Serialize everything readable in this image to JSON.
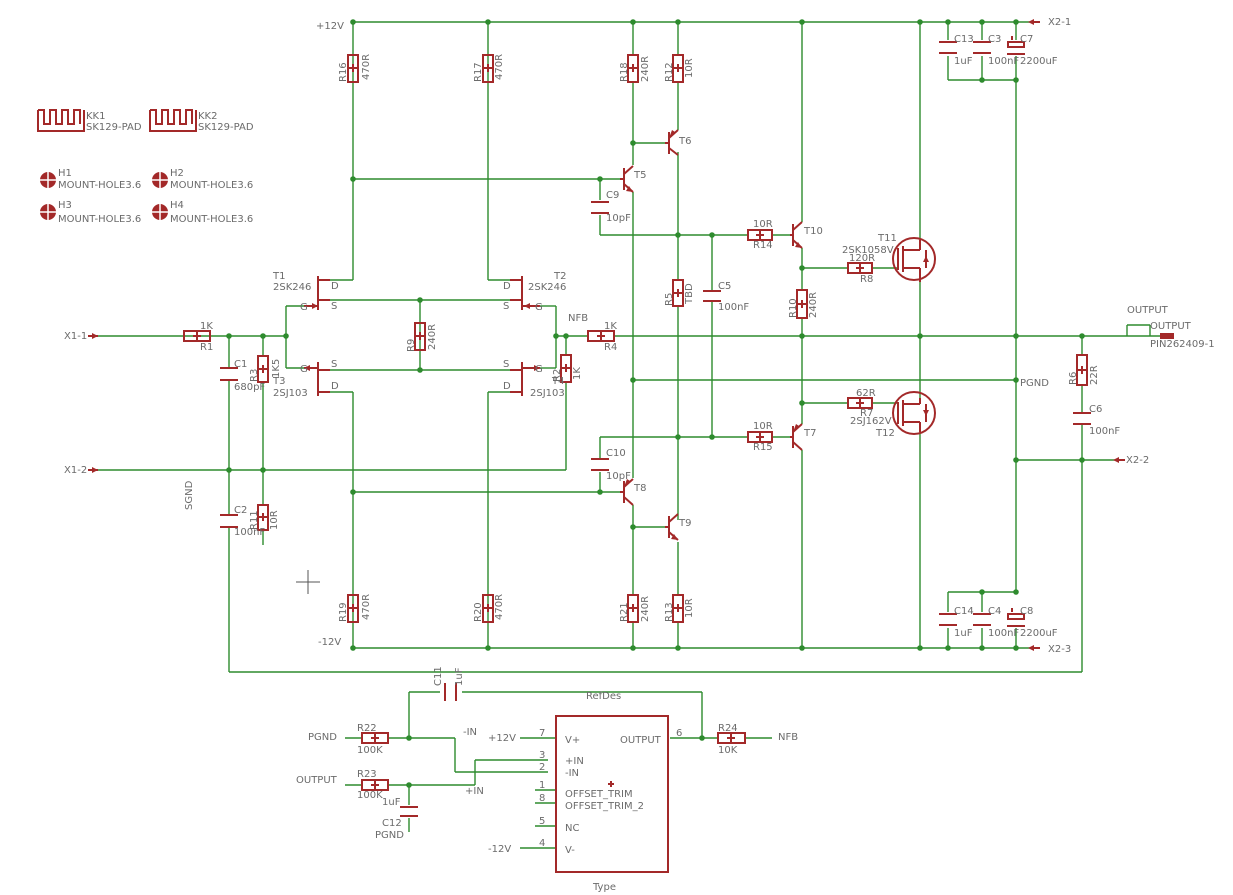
{
  "supply": {
    "pos": "+12V",
    "neg": "-12V",
    "pin_pos": "X2-1",
    "pin_neg": "X2-3",
    "pin_gnd": "X2-2"
  },
  "inputs": {
    "x1_1": "X1-1",
    "x1_2": "X1-2",
    "sgnd": "SGND"
  },
  "net_labels": {
    "nfb": "NFB",
    "pgnd": "PGND",
    "output": "OUTPUT",
    "output2": "OUTPUT",
    "pin_out": "PIN262409-1"
  },
  "mech": [
    {
      "name": "KK1",
      "value": "SK129-PAD"
    },
    {
      "name": "KK2",
      "value": "SK129-PAD"
    },
    {
      "name": "H1",
      "value": "MOUNT-HOLE3.6"
    },
    {
      "name": "H2",
      "value": "MOUNT-HOLE3.6"
    },
    {
      "name": "H3",
      "value": "MOUNT-HOLE3.6"
    },
    {
      "name": "H4",
      "value": "MOUNT-HOLE3.6"
    }
  ],
  "resistors": [
    {
      "name": "R16",
      "value": "470R"
    },
    {
      "name": "R17",
      "value": "470R"
    },
    {
      "name": "R18",
      "value": "240R"
    },
    {
      "name": "R12",
      "value": "10R"
    },
    {
      "name": "R19",
      "value": "470R"
    },
    {
      "name": "R20",
      "value": "470R"
    },
    {
      "name": "R21",
      "value": "240R"
    },
    {
      "name": "R13",
      "value": "10R"
    },
    {
      "name": "R1",
      "value": "1K"
    },
    {
      "name": "R3",
      "value": "1K5"
    },
    {
      "name": "R9",
      "value": "240R"
    },
    {
      "name": "R2",
      "value": "1K"
    },
    {
      "name": "R4",
      "value": "1K"
    },
    {
      "name": "R11",
      "value": "10R"
    },
    {
      "name": "R5",
      "value": "TBD"
    },
    {
      "name": "R14",
      "value": "10R"
    },
    {
      "name": "R15",
      "value": "10R"
    },
    {
      "name": "R10",
      "value": "240R"
    },
    {
      "name": "R8",
      "value": "120R"
    },
    {
      "name": "R7",
      "value": "62R"
    },
    {
      "name": "R6",
      "value": "22R"
    },
    {
      "name": "R22",
      "value": "100K"
    },
    {
      "name": "R23",
      "value": "100K"
    },
    {
      "name": "R24",
      "value": "10K"
    }
  ],
  "capacitors": [
    {
      "name": "C1",
      "value": "680pF"
    },
    {
      "name": "C2",
      "value": "100nF"
    },
    {
      "name": "C9",
      "value": "10pF"
    },
    {
      "name": "C10",
      "value": "10pF"
    },
    {
      "name": "C5",
      "value": "100nF"
    },
    {
      "name": "C6",
      "value": "100nF"
    },
    {
      "name": "C13",
      "value": "1uF"
    },
    {
      "name": "C3",
      "value": "100nF"
    },
    {
      "name": "C7",
      "value": "2200uF"
    },
    {
      "name": "C14",
      "value": "1uF"
    },
    {
      "name": "C4",
      "value": "100nF"
    },
    {
      "name": "C8",
      "value": "2200uF"
    },
    {
      "name": "C11",
      "value": "1uF"
    },
    {
      "name": "C12",
      "value": "1uF"
    }
  ],
  "transistors": [
    {
      "name": "T1",
      "value": "2SK246"
    },
    {
      "name": "T2",
      "value": "2SK246"
    },
    {
      "name": "T3",
      "value": "2SJ103"
    },
    {
      "name": "T4",
      "value": "2SJ103"
    },
    {
      "name": "T5",
      "value": ""
    },
    {
      "name": "T6",
      "value": ""
    },
    {
      "name": "T7",
      "value": ""
    },
    {
      "name": "T8",
      "value": ""
    },
    {
      "name": "T9",
      "value": ""
    },
    {
      "name": "T10",
      "value": ""
    },
    {
      "name": "T11",
      "value": "2SK1058V"
    },
    {
      "name": "T12",
      "value": "2SJ162V"
    }
  ],
  "pins": {
    "d": "D",
    "s": "S",
    "g": "G"
  },
  "opamp": {
    "refdes": "RefDes",
    "type": "Type",
    "output": "OUTPUT",
    "output_num": "6",
    "pins": [
      {
        "num": "7",
        "label": "V+"
      },
      {
        "num": "3",
        "label": "+IN"
      },
      {
        "num": "2",
        "label": "-IN"
      },
      {
        "num": "1",
        "label": "OFFSET_TRIM"
      },
      {
        "num": "8",
        "label": "OFFSET_TRIM_2"
      },
      {
        "num": "5",
        "label": "NC"
      },
      {
        "num": "4",
        "label": "V-"
      }
    ],
    "net_vpos": "+12V",
    "net_vneg": "-12V",
    "net_min": "-IN",
    "net_pin": "+IN",
    "net_nfb": "NFB",
    "net_pgnd": "PGND",
    "net_output": "OUTPUT",
    "net_pgnd2": "PGND"
  }
}
